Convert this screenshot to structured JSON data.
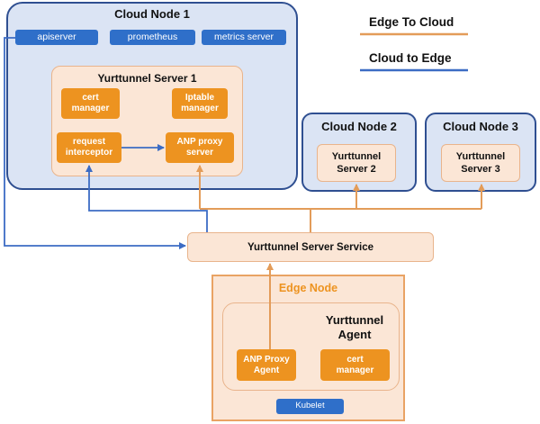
{
  "legend": {
    "edge_to_cloud": "Edge To Cloud",
    "cloud_to_edge": "Cloud to Edge",
    "edge_color": "#e39c59",
    "cloud_color": "#3c6cc4"
  },
  "cloud_node_1": {
    "title": "Cloud Node 1",
    "pills": [
      "apiserver",
      "prometheus",
      "metrics server"
    ],
    "yurttunnel_server": {
      "title": "Yurttunnel Server 1",
      "cert_manager": "cert\nmanager",
      "iptable_manager": "Iptable\nmanager",
      "request_interceptor": "request\ninterceptor",
      "anp_proxy_server": "ANP proxy\nserver"
    }
  },
  "cloud_node_2": {
    "title": "Cloud Node 2",
    "server": "Yurttunnel\nServer 2"
  },
  "cloud_node_3": {
    "title": "Cloud Node 3",
    "server": "Yurttunnel\nServer 3"
  },
  "service": {
    "label": "Yurttunnel Server Service"
  },
  "edge_node": {
    "title": "Edge Node",
    "agent": {
      "title": "Yurttunnel\nAgent",
      "anp_proxy_agent": "ANP Proxy\nAgent",
      "cert_manager": "cert\nmanager"
    },
    "kubelet": "Kubelet"
  }
}
